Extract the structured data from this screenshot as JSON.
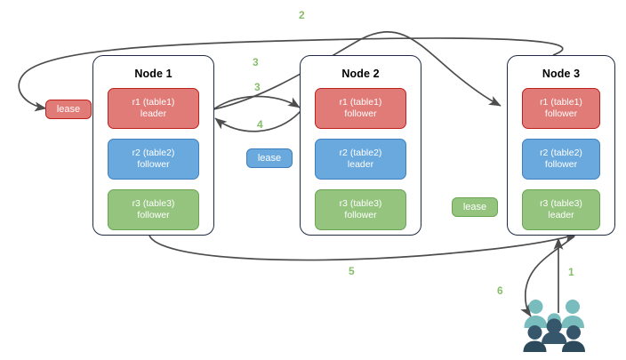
{
  "diagram": {
    "title": "raft-lease-topology",
    "colors": {
      "red": "#e07b77",
      "red_border": "#c0201c",
      "blue": "#6aa9dd",
      "blue_border": "#3f7fbf",
      "green": "#94c47e",
      "green_border": "#6aa452",
      "node_border": "#202a44",
      "edge": "#4d4d4d",
      "label_green": "#86be6a",
      "people_light": "#78bcbd",
      "people_dark": "#36576b"
    }
  },
  "nodes": [
    {
      "title": "Node 1",
      "replicas": [
        {
          "name": "r1 (table1)",
          "role": "leader",
          "color": "red"
        },
        {
          "name": "r2 (table2)",
          "role": "follower",
          "color": "blue"
        },
        {
          "name": "r3 (table3)",
          "role": "follower",
          "color": "green"
        }
      ]
    },
    {
      "title": "Node 2",
      "replicas": [
        {
          "name": "r1 (table1)",
          "role": "follower",
          "color": "red"
        },
        {
          "name": "r2 (table2)",
          "role": "leader",
          "color": "blue"
        },
        {
          "name": "r3 (table3)",
          "role": "follower",
          "color": "green"
        }
      ]
    },
    {
      "title": "Node 3",
      "replicas": [
        {
          "name": "r1 (table1)",
          "role": "follower",
          "color": "red"
        },
        {
          "name": "r2 (table2)",
          "role": "follower",
          "color": "blue"
        },
        {
          "name": "r3 (table3)",
          "role": "leader",
          "color": "green"
        }
      ]
    }
  ],
  "leases": [
    {
      "label": "lease",
      "color": "red"
    },
    {
      "label": "lease",
      "color": "blue"
    },
    {
      "label": "lease",
      "color": "green"
    }
  ],
  "edge_labels": [
    {
      "text": "2"
    },
    {
      "text": "3"
    },
    {
      "text": "3"
    },
    {
      "text": "4"
    },
    {
      "text": "5"
    },
    {
      "text": "1"
    },
    {
      "text": "6"
    }
  ],
  "actor": {
    "icon": "people-group-icon",
    "count": 5
  }
}
